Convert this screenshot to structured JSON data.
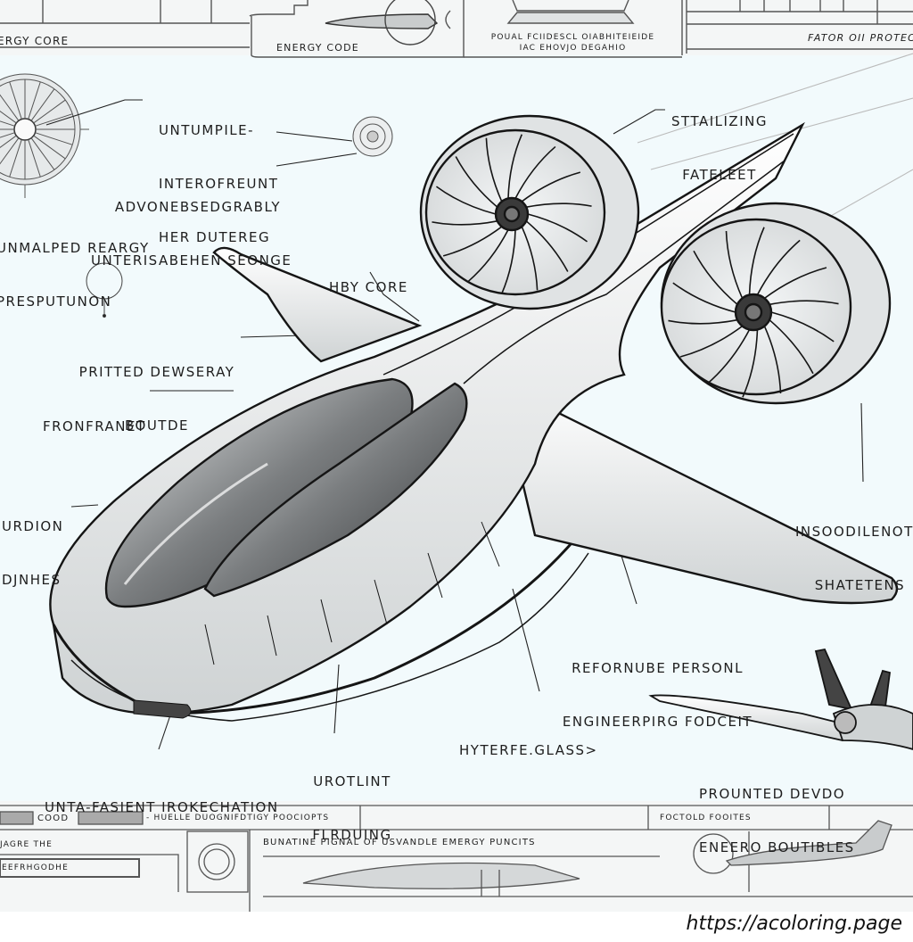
{
  "title_block_top": {
    "left_label": "ENERGY CORE",
    "center_label": "ENERGY CODE",
    "right_panel_text_line1": "POUAL FCIIDESCL OIABHITEIEIDE",
    "right_panel_text_line2": "IAC EHOVJO DEGAHIO",
    "far_right_label": "FATOR OII PROTECT"
  },
  "callouts": [
    {
      "id": "untumpile",
      "lines": [
        "UNTUMPILE-",
        "INTEROFREUNT",
        "HER DUTEREG"
      ]
    },
    {
      "id": "advonebsed",
      "lines": [
        "ADVONEBSEDGRABLY",
        "UNTERISABEHEN SEONGE"
      ]
    },
    {
      "id": "unmalped",
      "lines": [
        "UNMALPED REARGY",
        "PRESPUTUNON"
      ]
    },
    {
      "id": "stabilizing",
      "lines": [
        "STTAILIZING",
        "FATELEET"
      ]
    },
    {
      "id": "hby-core",
      "lines": [
        "HBY CORE"
      ]
    },
    {
      "id": "pritted",
      "lines": [
        "PRITTED DEWSERAY",
        "BOUTDE"
      ]
    },
    {
      "id": "fronframe",
      "lines": [
        "FRONFRANET"
      ]
    },
    {
      "id": "urdion",
      "lines": [
        "URDION",
        "DJNHES"
      ]
    },
    {
      "id": "insoodile",
      "lines": [
        "INSOODILENOTO",
        "SHATETENS"
      ]
    },
    {
      "id": "refornube",
      "lines": [
        "REFORNUBE PERSONL",
        "ENGINEERPIRG FODCEIT"
      ]
    },
    {
      "id": "hyterfe",
      "lines": [
        "HYTERFE.GLASS>"
      ]
    },
    {
      "id": "unta-fasient",
      "lines": [
        "UNTA-FASIENT IROKECHATION"
      ]
    },
    {
      "id": "urotlint",
      "lines": [
        "UROTLINT",
        "FLRDUING"
      ]
    },
    {
      "id": "prounted",
      "lines": [
        "PROUNTED DEVDO",
        "ENEERO BOUTIBLES"
      ]
    }
  ],
  "title_block_bottom": {
    "legend_code_label": "COOD",
    "legend_text": "- HUELLE DUOGNIFDTIGY POOCIOPTS",
    "right_header": "FOCTOLD FOOITES",
    "left_box_label": "JAGRE THE",
    "left_box_sub": "EEFRHGODHE",
    "center_title": "BUNATINE PIGNAL OF USVANDLE EMERGY PUNCITS"
  },
  "watermark": "https://acoloring.page",
  "colors": {
    "paper": "#f2fafc",
    "ink": "#1e1e1e",
    "pencil": "#6b6b6b",
    "strip": "#f4f6f6"
  }
}
